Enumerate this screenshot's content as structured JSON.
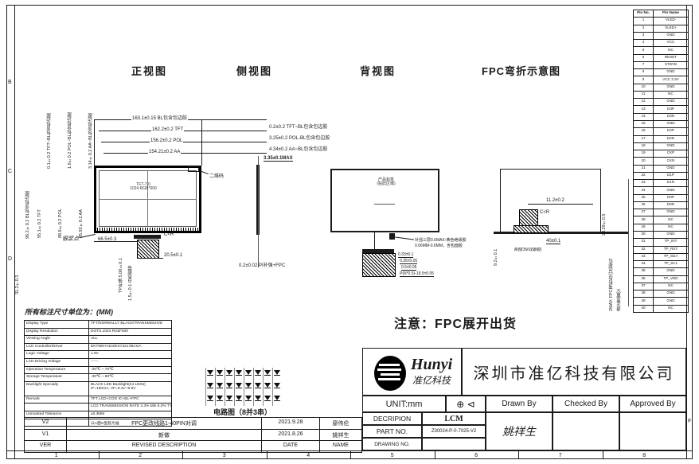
{
  "border": {
    "letters_left": [
      "B",
      "C",
      "D"
    ],
    "letter_right": "F",
    "numbers_bottom": [
      "1",
      "2",
      "3",
      "4",
      "5",
      "6",
      "7",
      "8"
    ]
  },
  "views": {
    "front": "正视图",
    "side": "侧视图",
    "back": "背视图",
    "bend": "FPC弯折示意图"
  },
  "note_main": "注意：FPC展开出货",
  "units_note": "所有标注尺寸单位为：(MM)",
  "front_view": {
    "dims_top": [
      "163.1±0.15 BL包含包边胶",
      "162.2±0.2 TFT",
      "156.2±0.2 POL",
      "154.21±0.2 AA"
    ],
    "dims_right": [
      "0.2±0.2 TFT~BL包含包边胶",
      "3.25±0.2 POL-BL包含包边胶",
      "4.34±0.2 AA~BL包含包边胶"
    ],
    "dims_left_sizes": [
      "96.2±0.2 BL包含包边胶",
      "95.1±0.2 TFT",
      "88.6±0.2 POL",
      "85.92±0.2 AA"
    ],
    "dims_left_offsets": [
      "0.1±0.2 TFT~BL包含包边胶",
      "1.9±0.2 POL~BL包含包边胶",
      "3.14±0.2 AA~BL包含包边胶"
    ],
    "dim_far_left": "31.2±0.3",
    "label_silver_dot": "银浆点",
    "label_qr": "二维码",
    "dim_bottom": "66.5±0.3",
    "label_cr": "C<R",
    "dim_fpc_width": "20.5±0.1",
    "dim_tp": "TP补强 5.00±0.1",
    "dim_tape": "1.5±0.1 白色胶带",
    "screen_line1": "TFT-7.0",
    "screen_line2": "1024 RGB*600"
  },
  "side_view": {
    "dim_top": "3.35±0.1MAX",
    "dim_bottom": "0.2±0.02 PI补强+FPC"
  },
  "back_view": {
    "label_line1": "产品标签",
    "label_line2": "(贴此区域)",
    "note_line1": "补强三层0.6MAX-黄色绝缘胶",
    "note_line2": "0.06MM-0.6MM，含包面胶",
    "stack_dims": [
      "0.33±0.1",
      "0.35±0.05",
      "0.5±0.05",
      "P(N*0.5)-19.5±0.05"
    ]
  },
  "bend_view": {
    "dim_width": "11.2±0.2",
    "dim_height": "20.29±0.5",
    "dim_left": "9.2±0.1",
    "dim_bottom": "40±0.1",
    "label_cr": "C<R",
    "label_adhesive": "背胶(3M双面胶)",
    "note_line1": "2MAX FPC弯折后凸出部位",
    "note_line2": "请注意留空"
  },
  "pin_table": {
    "headers": [
      "Pin No.",
      "Pin Name"
    ],
    "rows": [
      [
        "1",
        "VLED-"
      ],
      [
        "2",
        "VLED+"
      ],
      [
        "3",
        "GND"
      ],
      [
        "4",
        "VCC"
      ],
      [
        "5",
        "NC"
      ],
      [
        "6",
        "RESET"
      ],
      [
        "7",
        "STBYB"
      ],
      [
        "8",
        "GND"
      ],
      [
        "9",
        "VCC 3.3V"
      ],
      [
        "10",
        "GND"
      ],
      [
        "11",
        "NC"
      ],
      [
        "12",
        "GND"
      ],
      [
        "13",
        "D3P"
      ],
      [
        "14",
        "D3N"
      ],
      [
        "15",
        "GND"
      ],
      [
        "16",
        "D2P"
      ],
      [
        "17",
        "D2N"
      ],
      [
        "18",
        "GND"
      ],
      [
        "19",
        "CKP"
      ],
      [
        "20",
        "CKN"
      ],
      [
        "21",
        "GND"
      ],
      [
        "22",
        "D1P"
      ],
      [
        "23",
        "D1N"
      ],
      [
        "24",
        "GND"
      ],
      [
        "25",
        "D0P"
      ],
      [
        "26",
        "D0N"
      ],
      [
        "27",
        "GND"
      ],
      [
        "28",
        "NC"
      ],
      [
        "29",
        "NC"
      ],
      [
        "30",
        "GND"
      ],
      [
        "31",
        "TP_INT"
      ],
      [
        "32",
        "TP_RST"
      ],
      [
        "33",
        "TP_SDA"
      ],
      [
        "34",
        "TP_SCL"
      ],
      [
        "35",
        "GND"
      ],
      [
        "36",
        "TP_VDD"
      ],
      [
        "37",
        "NC"
      ],
      [
        "38",
        "GND"
      ],
      [
        "39",
        "GND"
      ],
      [
        "40",
        "NC"
      ]
    ]
  },
  "spec_table": {
    "rows": [
      {
        "label": "Display Type",
        "value": "TFT/NORMALLY BLACK/TRANSMISSIVE"
      },
      {
        "label": "Display Resolution",
        "value": "DOTS.1024 RGB*600"
      },
      {
        "label": "Viewing Angle",
        "value": "ALL"
      },
      {
        "label": "LCD Controller/Driver",
        "value": "EK79007AD3/EK73217BCGA"
      },
      {
        "label": "Logic Voltage",
        "value": "1.8V"
      },
      {
        "label": "LCD Driving Voltage",
        "value": "------"
      },
      {
        "label": "Operation Temperature",
        "value": "-20℃ ~ 70℃"
      },
      {
        "label": "Storage Temperature",
        "value": "-30℃ ~ 80℃"
      },
      {
        "label": "Backlight Specialty",
        "value": "BLACK LED Backlight(24 LEDs)",
        "value2": "IF=160mA, VF=9.4V~9.9V"
      },
      {
        "label": "Remark",
        "value": "TFT LCD+COG IC+BL+FPC"
      },
      {
        "label": "",
        "value": "LCD TRANSMISSION RATE 4.3% Min 5.0% TYP"
      },
      {
        "label": "Unmarked Tolerance",
        "value": "±0.3MM"
      },
      {
        "label": "",
        "value": "以A面O型胶为准"
      }
    ]
  },
  "circuit": {
    "label": "电路图（8并3串）",
    "rows": 3,
    "cols": 8
  },
  "revision_table": {
    "rows": [
      {
        "ver": "V2",
        "desc": "FPC更改线路1-40PIN对调",
        "date": "2021.9.28",
        "name": "廖伟伦"
      },
      {
        "ver": "V1",
        "desc": "新做",
        "date": "2021.8.26",
        "name": "姚祥生"
      },
      {
        "ver": "VER",
        "desc": "REVISED DESCRIPTION",
        "date": "DATE",
        "name": "NAME"
      }
    ]
  },
  "title_block": {
    "logo_text": "Hunyi",
    "logo_sub": "准亿科技",
    "company": "深圳市准亿科技有限公司",
    "unit": "UNIT:mm",
    "projection_icons": [
      "third-angle-circle-icon",
      "third-angle-cone-icon"
    ],
    "drawn_by": "Drawn By",
    "checked_by": "Checked By",
    "approved_by": "Approved By",
    "description_label": "DECRIPION",
    "description_value": "LCM",
    "part_no_label": "PART NO.",
    "part_no_value": "Z30024-P-0-7025-V2",
    "drawing_no_label": "DRAWING NO.",
    "drawn_name": "姚祥生"
  },
  "colors": {
    "ink": "#1a1a1a",
    "bg": "#ffffff"
  }
}
